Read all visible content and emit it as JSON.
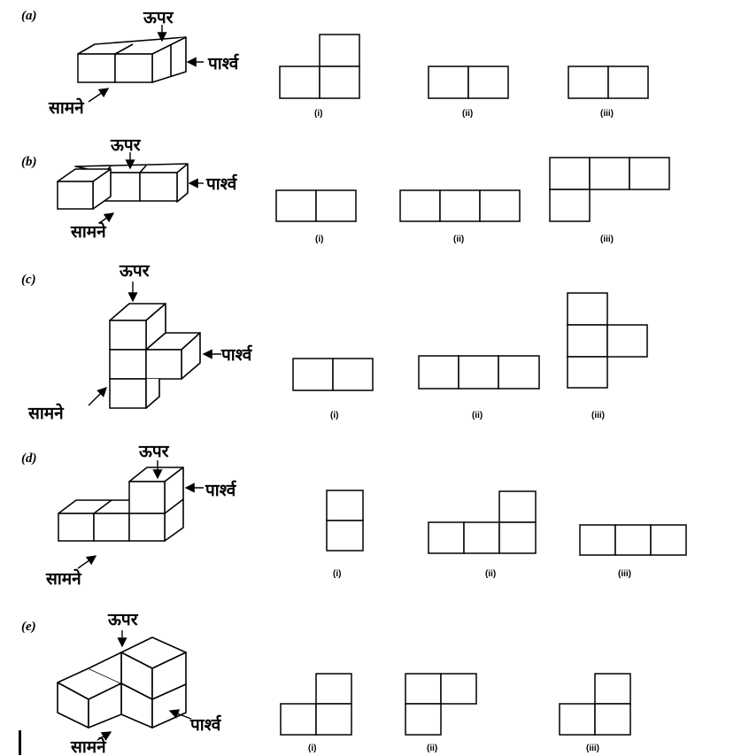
{
  "labels": {
    "top": "ऊपर",
    "side": "पार्श्व",
    "front": "सामने"
  },
  "views": [
    "(i)",
    "(ii)",
    "(iii)"
  ],
  "problems": [
    {
      "id": "(a)"
    },
    {
      "id": "(b)"
    },
    {
      "id": "(c)"
    },
    {
      "id": "(d)"
    },
    {
      "id": "(e)"
    }
  ]
}
